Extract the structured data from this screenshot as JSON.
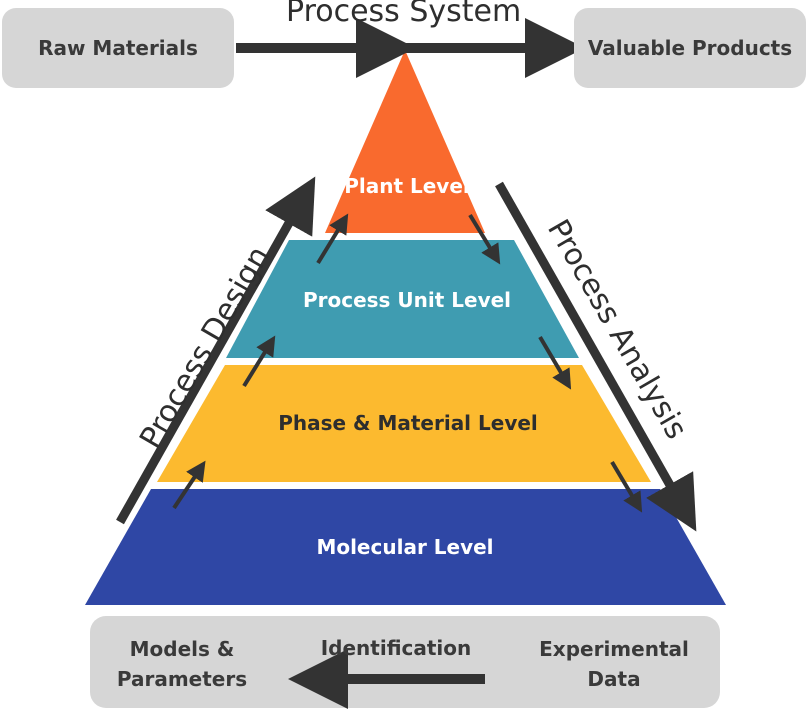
{
  "title": "Process System",
  "top": {
    "input": "Raw Materials",
    "output": "Valuable Products"
  },
  "levels": [
    {
      "label": "Plant Level",
      "color": "#f96a2e"
    },
    {
      "label": "Process Unit Level",
      "color": "#3f9cb1"
    },
    {
      "label": "Phase & Material Level",
      "color": "#fcba2f"
    },
    {
      "label": "Molecular Level",
      "color": "#2f47a5"
    }
  ],
  "sides": {
    "left": "Process Design",
    "right": "Process Analysis"
  },
  "bottom": {
    "left": "Models & Parameters",
    "middle": "Identification",
    "right": "Experimental Data"
  },
  "colors": {
    "box": "#d6d6d6",
    "arrow": "#333333",
    "text": "#2e2e2e"
  }
}
